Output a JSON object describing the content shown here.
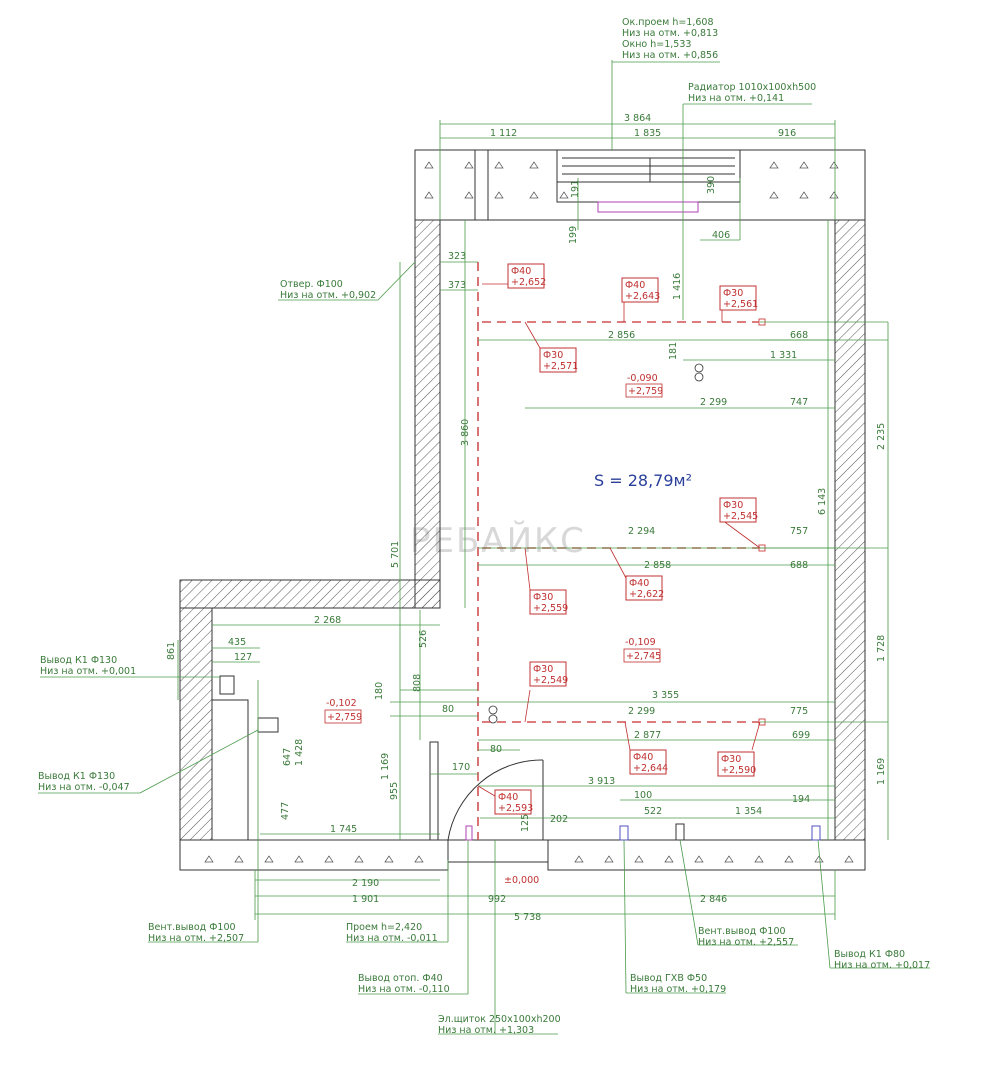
{
  "area": {
    "label": "S = 28,79м²"
  },
  "watermark": "PEБАЙКС",
  "dims": {
    "top_total": "3 864",
    "top_a": "1 112",
    "top_b": "1 835",
    "top_c": "916",
    "d191": "191",
    "d390": "390",
    "d199": "199",
    "d406": "406",
    "d323": "323",
    "d373": "373",
    "d1416": "1 416",
    "d2856": "2 856",
    "d668": "668",
    "d181": "181",
    "d1331": "1 331",
    "d2299a": "2 299",
    "d747": "747",
    "d3860": "3 860",
    "d2235": "2 235",
    "d6143": "6 143",
    "d5701": "5 701",
    "d2294": "2 294",
    "d757": "757",
    "d2858": "2 858",
    "d688": "688",
    "d2268": "2 268",
    "d526": "526",
    "d435": "435",
    "d127": "127",
    "d861": "861",
    "d808": "808",
    "d180": "180",
    "d80a": "80",
    "d3355": "3 355",
    "d1728": "1 728",
    "d2299b": "2 299",
    "d775": "775",
    "d2877": "2 877",
    "d699": "699",
    "d647": "647",
    "d1428": "1 428",
    "d80b": "80",
    "d170": "170",
    "d1169a": "1 169",
    "d955": "955",
    "d3913": "3 913",
    "d100": "100",
    "d522": "522",
    "d1354": "1 354",
    "d194": "194",
    "d1169b": "1 169",
    "d477": "477",
    "d1745": "1 745",
    "d125": "125",
    "d202": "202",
    "d2190": "2 190",
    "d1901": "1 901",
    "d992": "992",
    "d2846": "2 846",
    "d5738": "5 738"
  },
  "levels": {
    "room1": {
      "a": "-0,090",
      "b": "+2,759"
    },
    "room2": {
      "a": "-0,109",
      "b": "+2,745"
    },
    "room3": {
      "a": "-0,102",
      "b": "+2,759"
    },
    "zero": "±0,000"
  },
  "tags": [
    {
      "d": "Ф40",
      "v": "+2,652"
    },
    {
      "d": "Ф40",
      "v": "+2,643"
    },
    {
      "d": "Ф30",
      "v": "+2,561"
    },
    {
      "d": "Ф30",
      "v": "+2,571"
    },
    {
      "d": "Ф30",
      "v": "+2,545"
    },
    {
      "d": "Ф40",
      "v": "+2,622"
    },
    {
      "d": "Ф30",
      "v": "+2,559"
    },
    {
      "d": "Ф30",
      "v": "+2,549"
    },
    {
      "d": "Ф40",
      "v": "+2,644"
    },
    {
      "d": "Ф30",
      "v": "+2,590"
    },
    {
      "d": "Ф40",
      "v": "+2,593"
    }
  ],
  "notes": {
    "window": [
      "Ок.проем h=1,608",
      "Низ на отм. +0,813",
      "Окно h=1,533",
      "Низ на отм. +0,856"
    ],
    "radiator": [
      "Радиатор 1010x100xh500",
      "Низ на отм. +0,141"
    ],
    "otver": [
      "Отвер. Ф100",
      "Низ на отм. +0,902"
    ],
    "k1_130a": [
      "Вывод К1 Ф130",
      "Низ на отм. +0,001"
    ],
    "k1_130b": [
      "Вывод К1 Ф130",
      "Низ на отм. -0,047"
    ],
    "vent1": [
      "Вент.вывод Ф100",
      "Низ на отм. +2,507"
    ],
    "proem": [
      "Проем h=2,420",
      "Низ на отм. -0,011"
    ],
    "otop": [
      "Вывод отоп. Ф40",
      "Низ на отм. -0,110"
    ],
    "shitok": [
      "Эл.щиток 250x100xh200",
      "Низ на отм. +1,303"
    ],
    "vent2": [
      "Вент.вывод Ф100",
      "Низ на отм. +2,557"
    ],
    "gvs": [
      "Вывод ГХВ Ф50",
      "Низ на отм. +0,179"
    ],
    "k1_80": [
      "Вывод К1 Ф80",
      "Низ на отм. +0,017"
    ]
  }
}
